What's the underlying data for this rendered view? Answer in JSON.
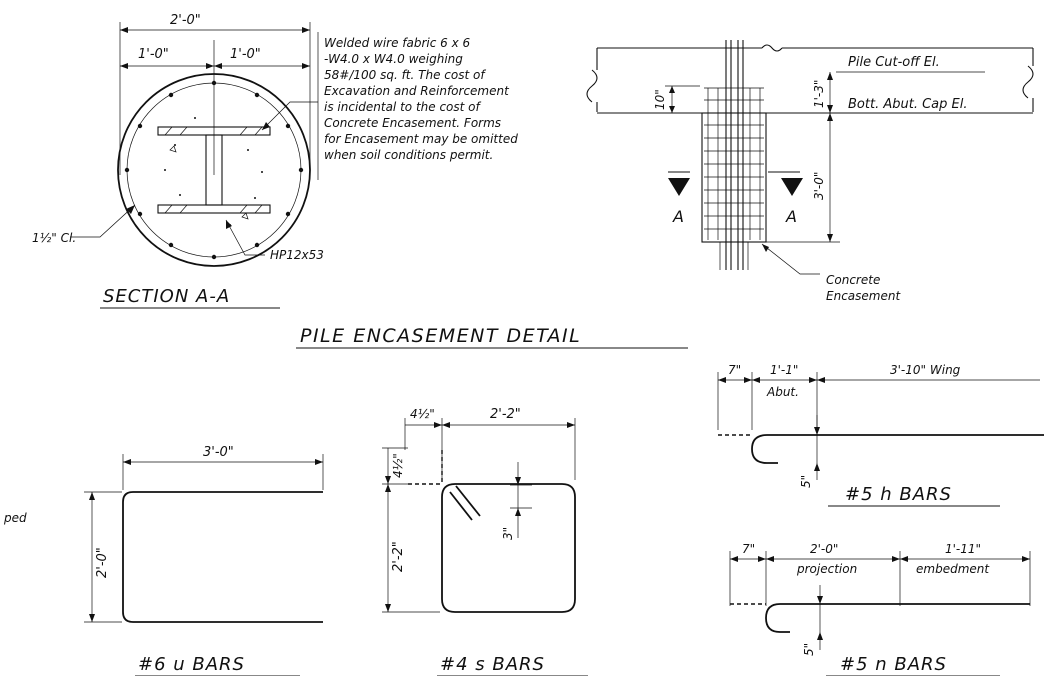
{
  "drawing": {
    "main_title": "PILE ENCASEMENT DETAIL",
    "section": {
      "title": "SECTION A-A",
      "dim_overall": "2'-0\"",
      "dim_left": "1'-0\"",
      "dim_right": "1'-0\"",
      "clearance": "1½\" Cl.",
      "pile": "HP12x53",
      "note_lines": [
        "Welded wire fabric 6 x 6",
        "-W4.0 x W4.0 weighing",
        "58#/100 sq. ft.  The cost of",
        "Excavation and Reinforcement",
        "is incidental to the cost of",
        "Concrete Encasement.  Forms",
        "for Encasement may be omitted",
        "when soil conditions permit."
      ]
    },
    "elevation": {
      "cutoff_label": "Pile Cut-off El.",
      "cap_label": "Bott. Abut. Cap El.",
      "dim_10": "10\"",
      "dim_1_3": "1'-3\"",
      "dim_3_0": "3'-0\"",
      "section_mark_left": "A",
      "section_mark_right": "A",
      "encasement_line1": "Concrete",
      "encasement_line2": "Encasement"
    },
    "u_bars": {
      "title": "#6 u BARS",
      "width": "3'-0\"",
      "height": "2'-0\""
    },
    "s_bars": {
      "title": "#4 s BARS",
      "top": "2'-2\"",
      "offset_top": "4½\"",
      "offset_side": "4½\"",
      "height": "2'-2\"",
      "hook": "3\""
    },
    "h_bars": {
      "title": "#5 h BARS",
      "dim_7": "7\"",
      "dim_abut": "1'-1\"",
      "abut_label": "Abut.",
      "dim_wing": "3'-10\" Wing",
      "bend": "5\""
    },
    "n_bars": {
      "title": "#5 n BARS",
      "dim_7": "7\"",
      "dim_proj": "2'-0\"",
      "proj_label": "projection",
      "dim_emb": "1'-11\"",
      "emb_label": "embedment",
      "bend": "5\""
    },
    "edge_fragment": "ped"
  }
}
